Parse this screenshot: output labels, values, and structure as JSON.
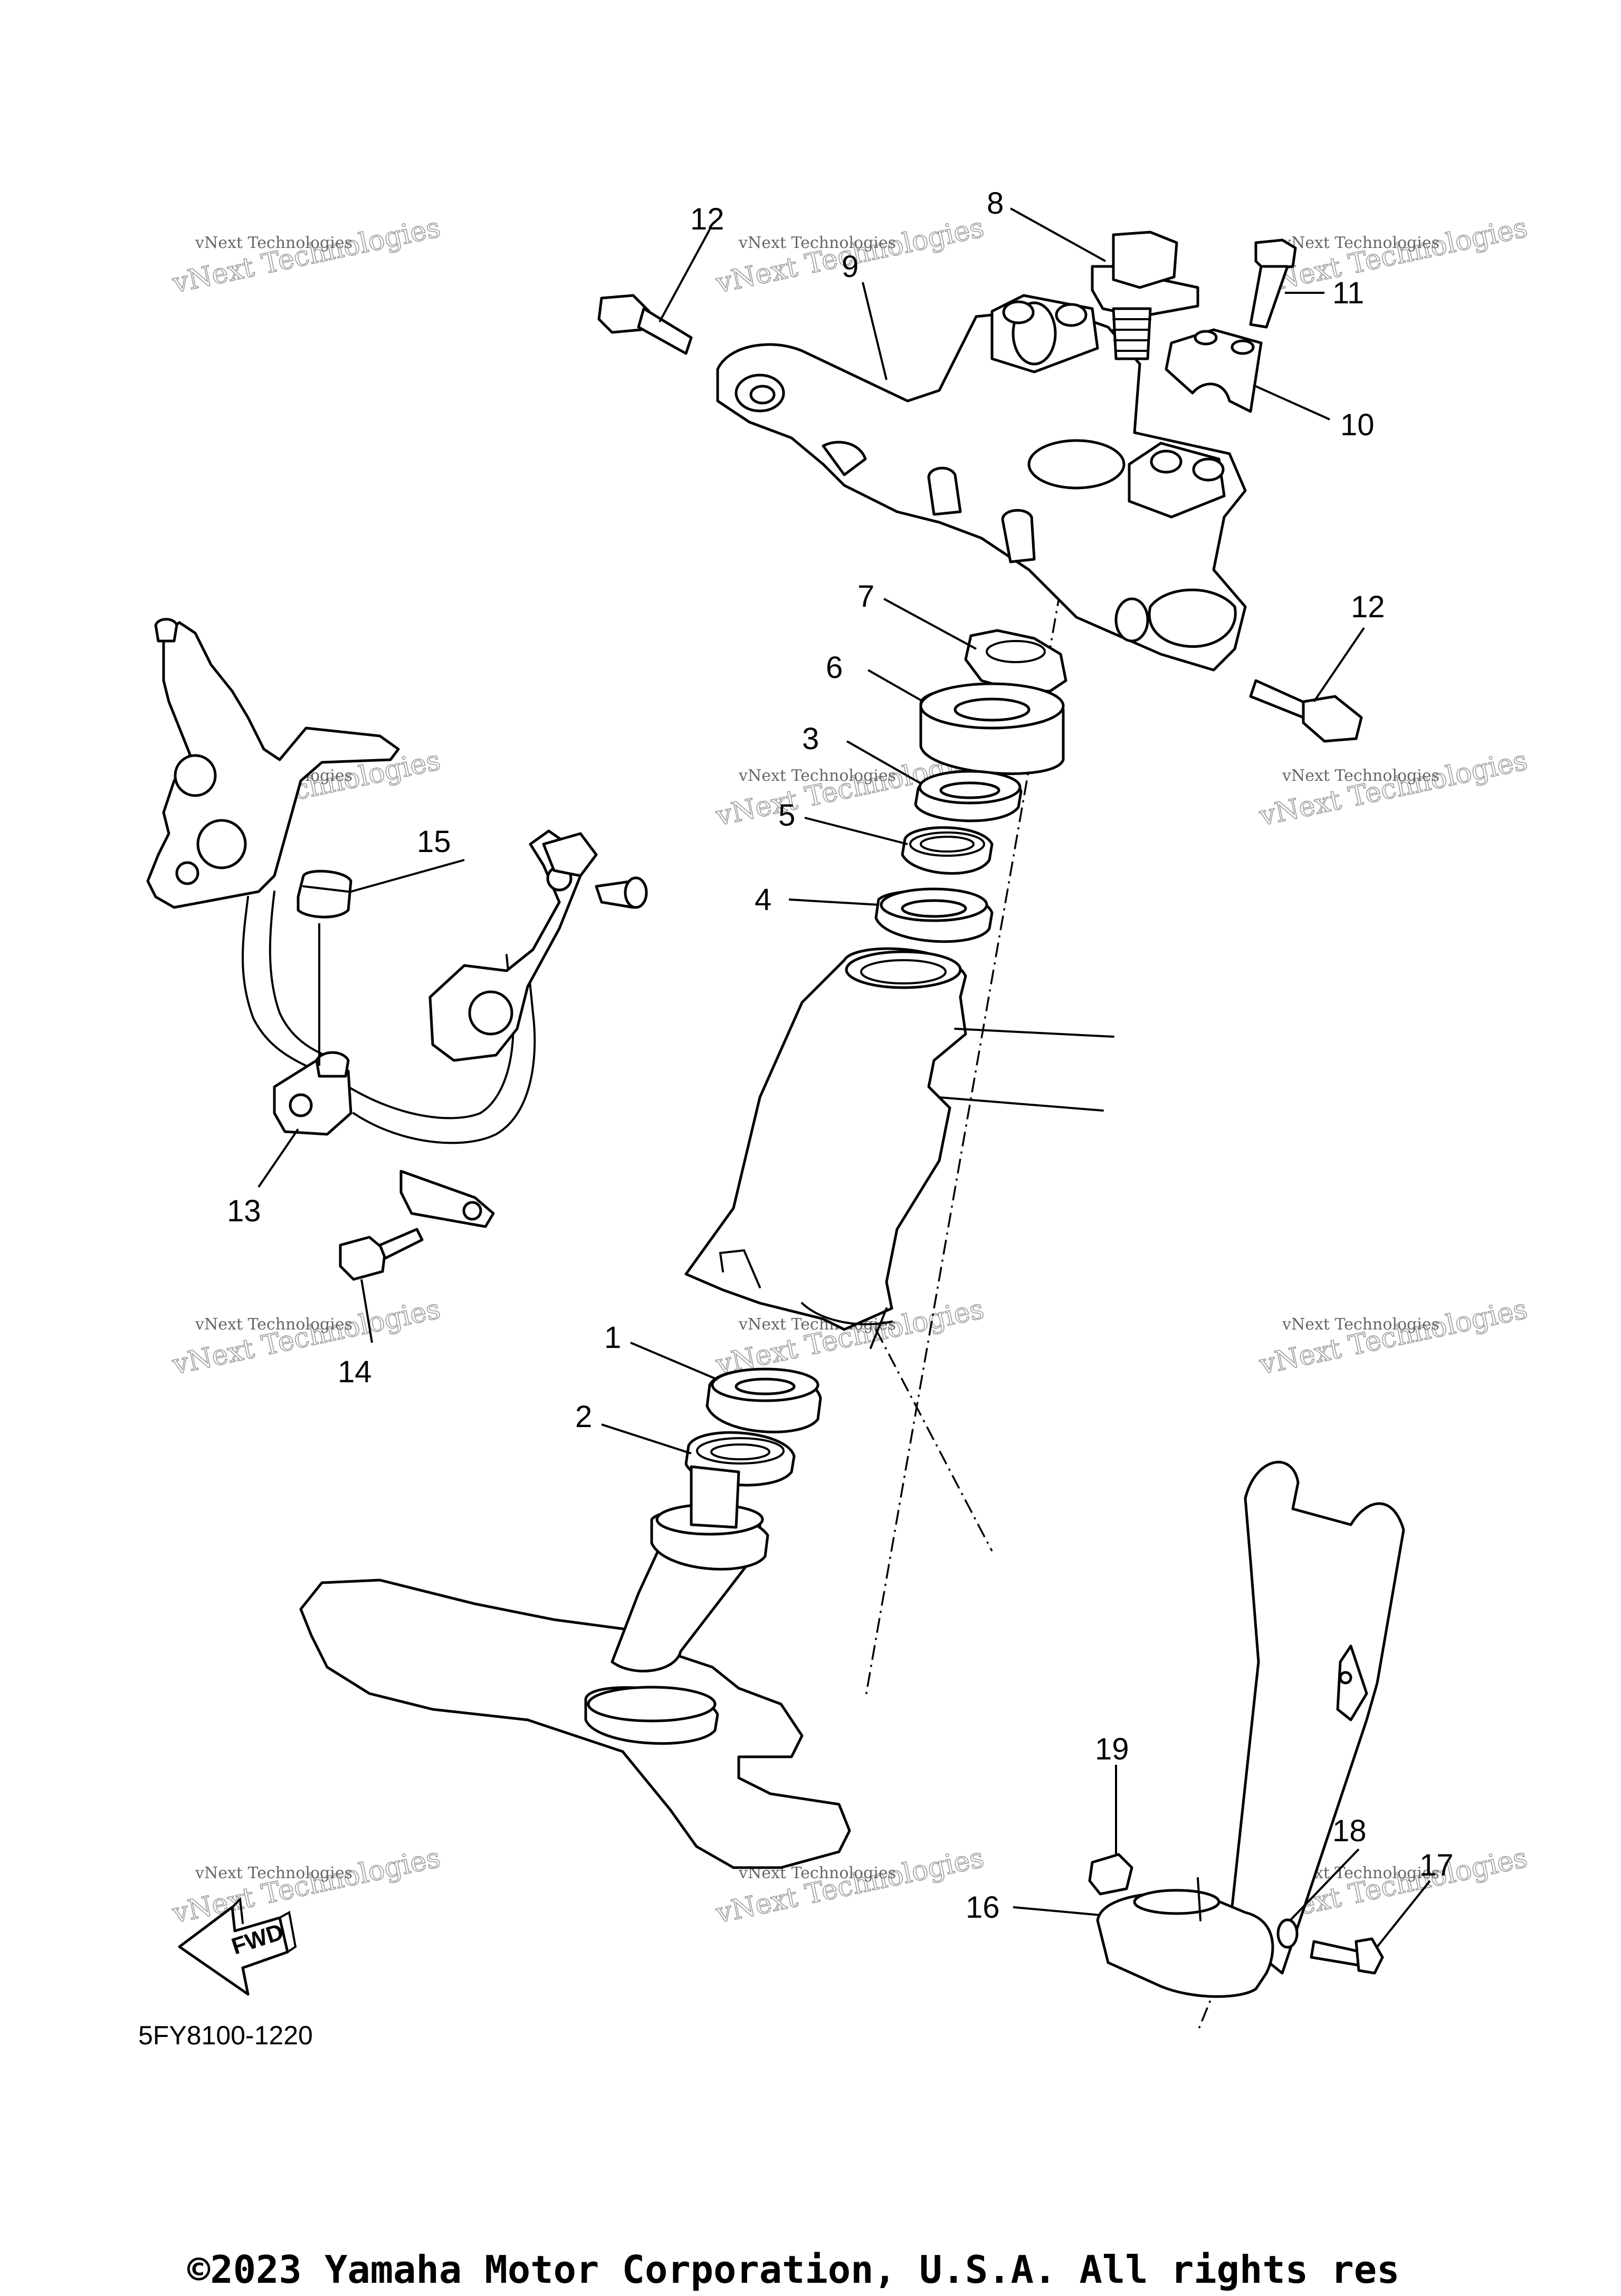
{
  "diagram_code": "5FY8100-1220",
  "copyright": "©2023 Yamaha Motor Corporation, U.S.A. All rights res",
  "fwd_label": "FWD",
  "watermark": {
    "line1": "vNext Technologies",
    "line2": "vNext Technologies"
  },
  "parts": [
    {
      "id": "1",
      "label": "1"
    },
    {
      "id": "2",
      "label": "2"
    },
    {
      "id": "3",
      "label": "3"
    },
    {
      "id": "4",
      "label": "4"
    },
    {
      "id": "5",
      "label": "5"
    },
    {
      "id": "6",
      "label": "6"
    },
    {
      "id": "7",
      "label": "7"
    },
    {
      "id": "8",
      "label": "8"
    },
    {
      "id": "9",
      "label": "9"
    },
    {
      "id": "10",
      "label": "10"
    },
    {
      "id": "11",
      "label": "11"
    },
    {
      "id": "12a",
      "label": "12"
    },
    {
      "id": "12b",
      "label": "12"
    },
    {
      "id": "13",
      "label": "13"
    },
    {
      "id": "14",
      "label": "14"
    },
    {
      "id": "15",
      "label": "15"
    },
    {
      "id": "16",
      "label": "16"
    },
    {
      "id": "17",
      "label": "17"
    },
    {
      "id": "18",
      "label": "18"
    },
    {
      "id": "19",
      "label": "19"
    }
  ]
}
